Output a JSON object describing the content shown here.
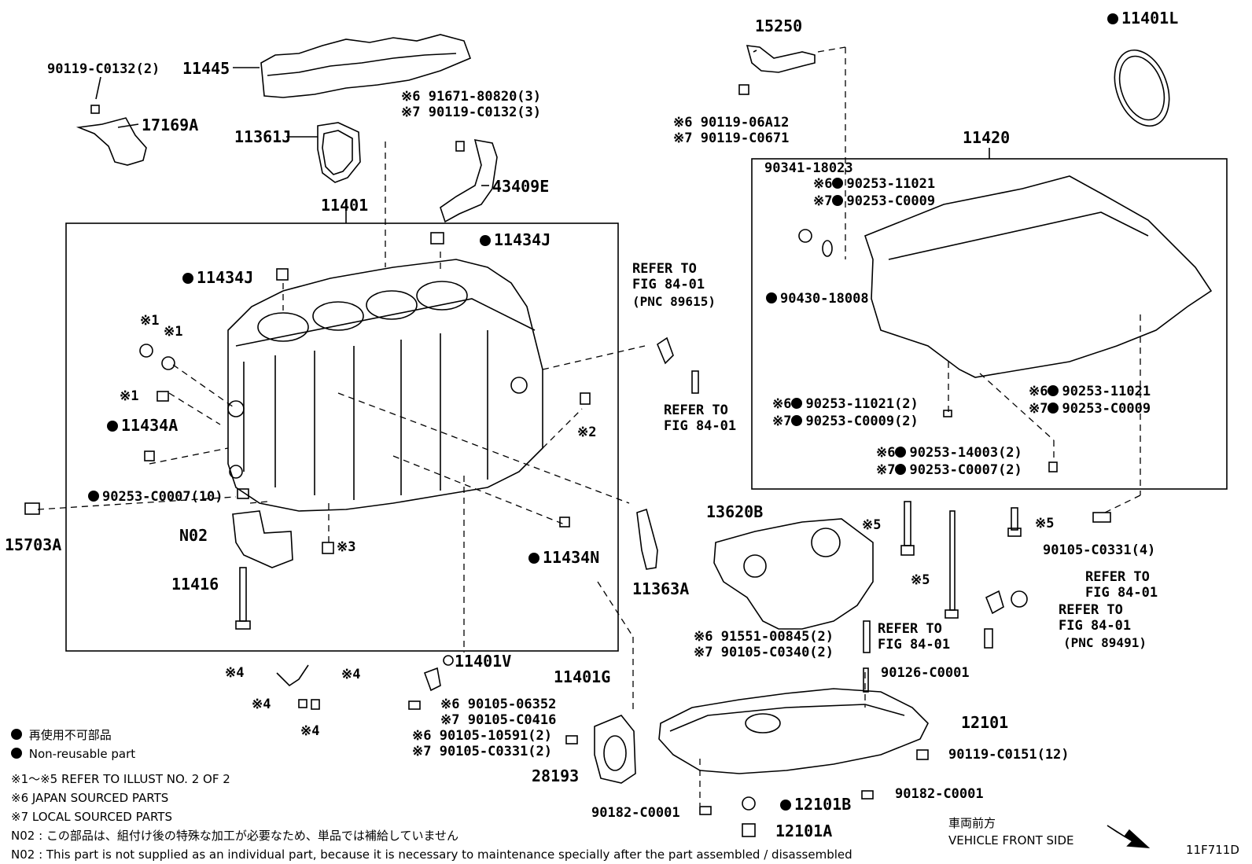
{
  "labels": {
    "p_90119_c0132_2": "90119-C0132(2)",
    "p_11445": "11445",
    "p_17169a": "17169A",
    "p_11361j": "11361J",
    "p_91671_6": "※6 91671-80820(3)",
    "p_90119_7": "※7 90119-C0132(3)",
    "p_43409e": "43409E",
    "p_11401": "11401",
    "p_11434j_top": "11434J",
    "p_11434j_left": "11434J",
    "p_note1a": "※1",
    "p_note1b": "※1",
    "p_note1c": "※1",
    "p_11434a": "11434A",
    "p_90253_c0007_10": "90253-C0007(10)",
    "p_15703a": "15703A",
    "p_n02": "N02",
    "p_note3": "※3",
    "p_11416": "11416",
    "p_note2": "※2",
    "p_11434n": "11434N",
    "p_11363a": "11363A",
    "p_refer1": "REFER TO",
    "p_fig1": "FIG 84-01",
    "p_pnc1": "(PNC 89615)",
    "p_refer2": "REFER TO",
    "p_fig2": "FIG 84-01",
    "p_15250": "15250",
    "p_90119_06a12": "※6 90119-06A12",
    "p_90119_c0671": "※7 90119-C0671",
    "p_11401l": "11401L",
    "p_11420": "11420",
    "p_90341": "90341-18023",
    "p_90253_11021_6": "※6",
    "p_90253_11021_6v": "90253-11021",
    "p_90253_c0009_7": "※7",
    "p_90253_c0009_7v": "90253-C0009",
    "p_90430": "90430-18008",
    "p_b6a": "※6",
    "p_b6av": "90253-11021(2)",
    "p_b7a": "※7",
    "p_b7av": "90253-C0009(2)",
    "p_b6b": "※6",
    "p_b6bv": "90253-11021",
    "p_b7b": "※7",
    "p_b7bv": "90253-C0009",
    "p_b6c": "※6",
    "p_b6cv": "90253-14003(2)",
    "p_b7c": "※7",
    "p_b7cv": "90253-C0007(2)",
    "p_13620b": "13620B",
    "p_note5a": "※5",
    "p_note5b": "※5",
    "p_note5c": "※5",
    "p_90105_c0331_4": "90105-C0331(4)",
    "p_refer3": "REFER TO",
    "p_fig3": "FIG 84-01",
    "p_refer4": "REFER TO",
    "p_fig4": "FIG 84-01",
    "p_pnc4": "(PNC 89491)",
    "p_refer5": "REFER TO",
    "p_fig5": "FIG 84-01",
    "p_91551": "※6 91551-00845(2)",
    "p_90105_c0340": "※7 90105-C0340(2)",
    "p_90126": "90126-C0001",
    "p_11401v": "11401V",
    "p_11401g": "11401G",
    "p_90105_06352": "※6 90105-06352",
    "p_90105_c0416": "※7 90105-C0416",
    "p_90105_10591": "※6 90105-10591(2)",
    "p_90105_c0331_2": "※7 90105-C0331(2)",
    "p_28193": "28193",
    "p_12101": "12101",
    "p_90119_c0151": "90119-C0151(12)",
    "p_90182_a": "90182-C0001",
    "p_90182_b": "90182-C0001",
    "p_12101b": "12101B",
    "p_12101a": "12101A",
    "p_note4a": "※4",
    "p_note4b": "※4",
    "p_note4c": "※4",
    "p_note4d": "※4"
  },
  "legend": {
    "jp_nonreusable": "再使用不可部品",
    "en_nonreusable": "Non-reusable part",
    "note_1_5": "※1～※5  REFER TO ILLUST NO. 2 OF 2",
    "note_6": "※6 JAPAN SOURCED PARTS",
    "note_7": "※7 LOCAL SOURCED PARTS",
    "n02_jp": "N02 : この部品は、組付け後の特殊な加工が必要なため、単品では補給していません",
    "n02_en": "N02 : This part is not supplied as an individual part, because it is necessary to maintenance specially after the part assembled / disassembled",
    "front_jp": "車両前方",
    "front_en": "VEHICLE FRONT SIDE",
    "figure_id": "11F711D"
  }
}
